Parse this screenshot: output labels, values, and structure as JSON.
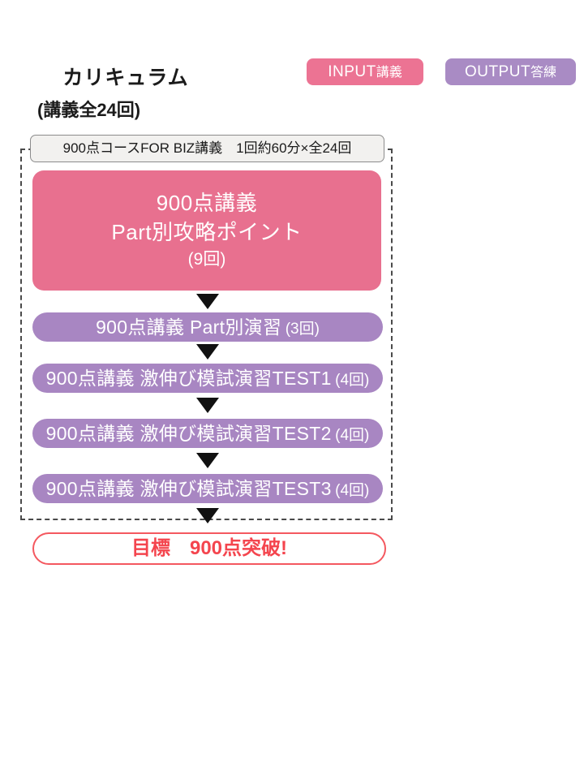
{
  "header": {
    "title": "カリキュラム",
    "subtitle": "(講義全24回)"
  },
  "legend": {
    "input": {
      "latin": "INPUT",
      "jp": "講義",
      "color": "#ec7393"
    },
    "output": {
      "latin": "OUTPUT",
      "jp": "答練",
      "color": "#a98bc4"
    }
  },
  "course_header": {
    "label": "900点コースFOR BIZ講義　1回約60分×全24回"
  },
  "flow": {
    "input_block": {
      "line1": "900点講義",
      "line2": "Part別攻略ポイント",
      "line3": "(9回)",
      "color": "#e8708f"
    },
    "arrow_glyph": "▼",
    "output_items": [
      {
        "main": "900点講義 Part別演習",
        "count": "(3回)",
        "color": "#a886c2"
      },
      {
        "main": "900点講義 激伸び模試演習TEST1",
        "count": "(4回)",
        "color": "#a886c2"
      },
      {
        "main": "900点講義 激伸び模試演習TEST2",
        "count": "(4回)",
        "color": "#a886c2"
      },
      {
        "main": "900点講義 激伸び模試演習TEST3",
        "count": "(4回)",
        "color": "#a886c2"
      }
    ]
  },
  "goal": {
    "label": "目標　900点突破!",
    "color": "#f4454e"
  }
}
